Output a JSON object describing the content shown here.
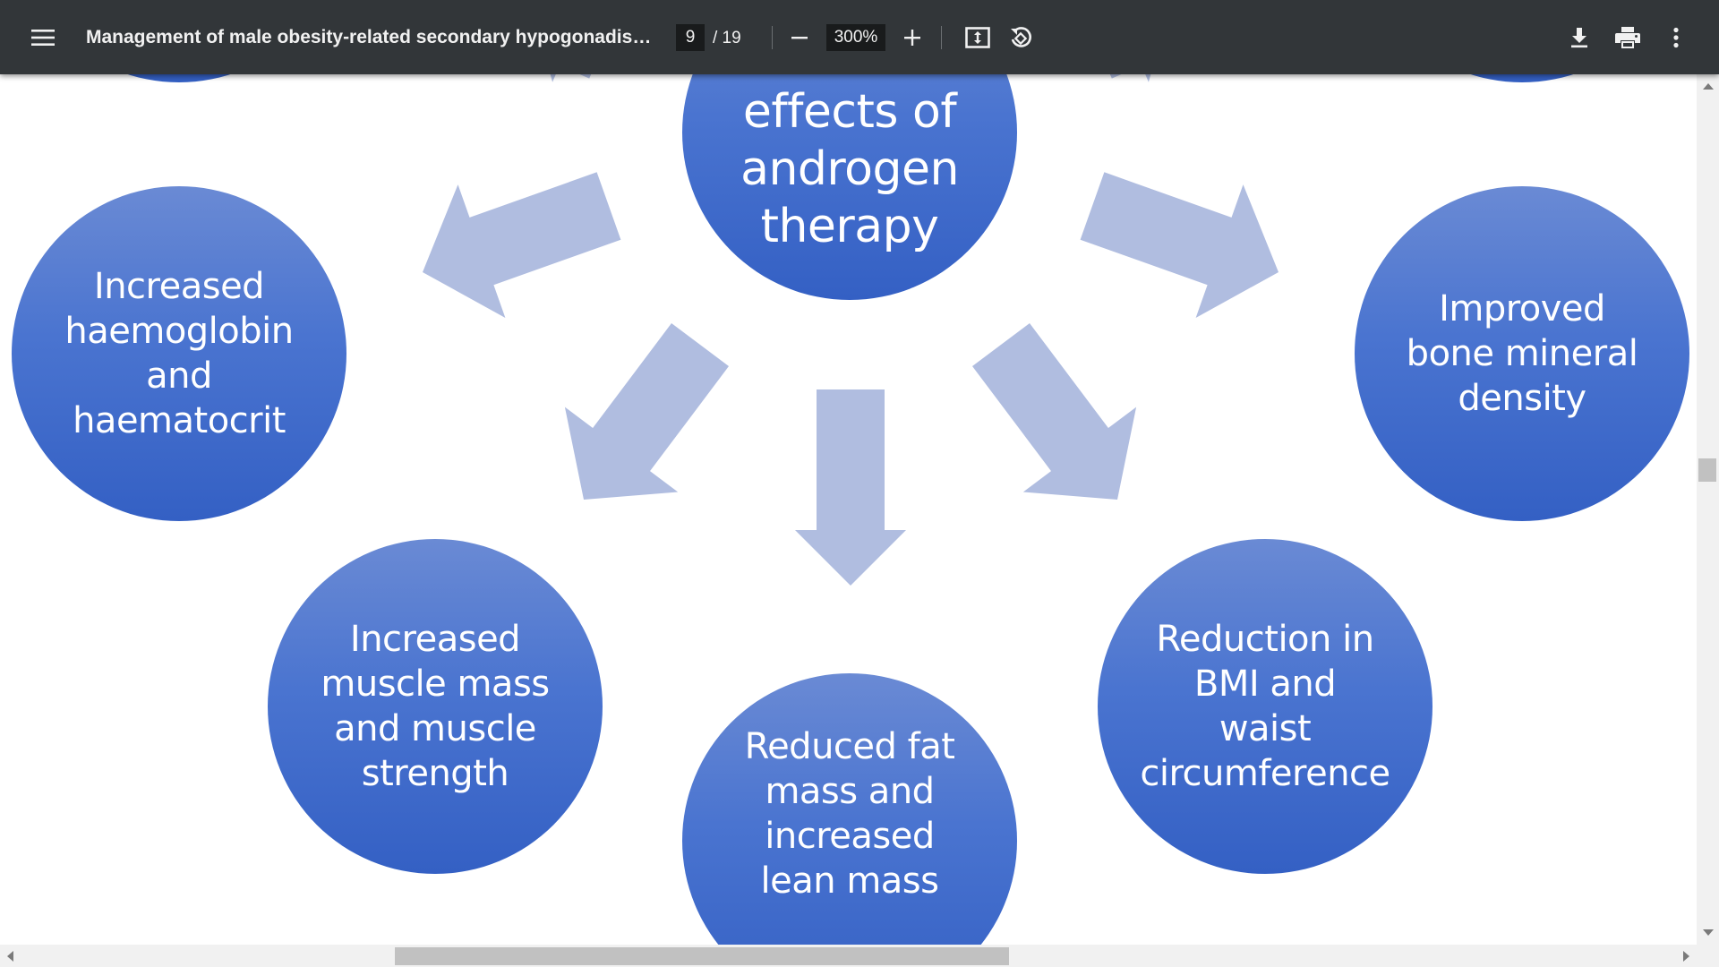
{
  "toolbar": {
    "menu_icon": "hamburger-menu-icon",
    "title": "Management of male obesity-related secondary hypogonadism:...",
    "page_current": "9",
    "page_total": "/ 19",
    "zoom": "300%",
    "icons": [
      "zoom-out-icon",
      "zoom-in-icon",
      "fit-to-page-icon",
      "rotate-icon",
      "download-icon",
      "print-icon",
      "more-options-icon"
    ],
    "background_color": "#323639"
  },
  "diagram": {
    "center": "effects of\nandrogen\ntherapy",
    "effects": [
      "Increased\nhaemoglobin\nand\nhaematocrit",
      "Improved\nbone mineral\ndensity",
      "Increased\nmuscle mass\nand muscle\nstrength",
      "Reduced fat\nmass and\nincreased\nlean mass",
      "Reduction in\nBMI and\nwaist\ncircumference"
    ],
    "circle_color": "#4472c4",
    "arrow_color": "#b0bde0"
  }
}
